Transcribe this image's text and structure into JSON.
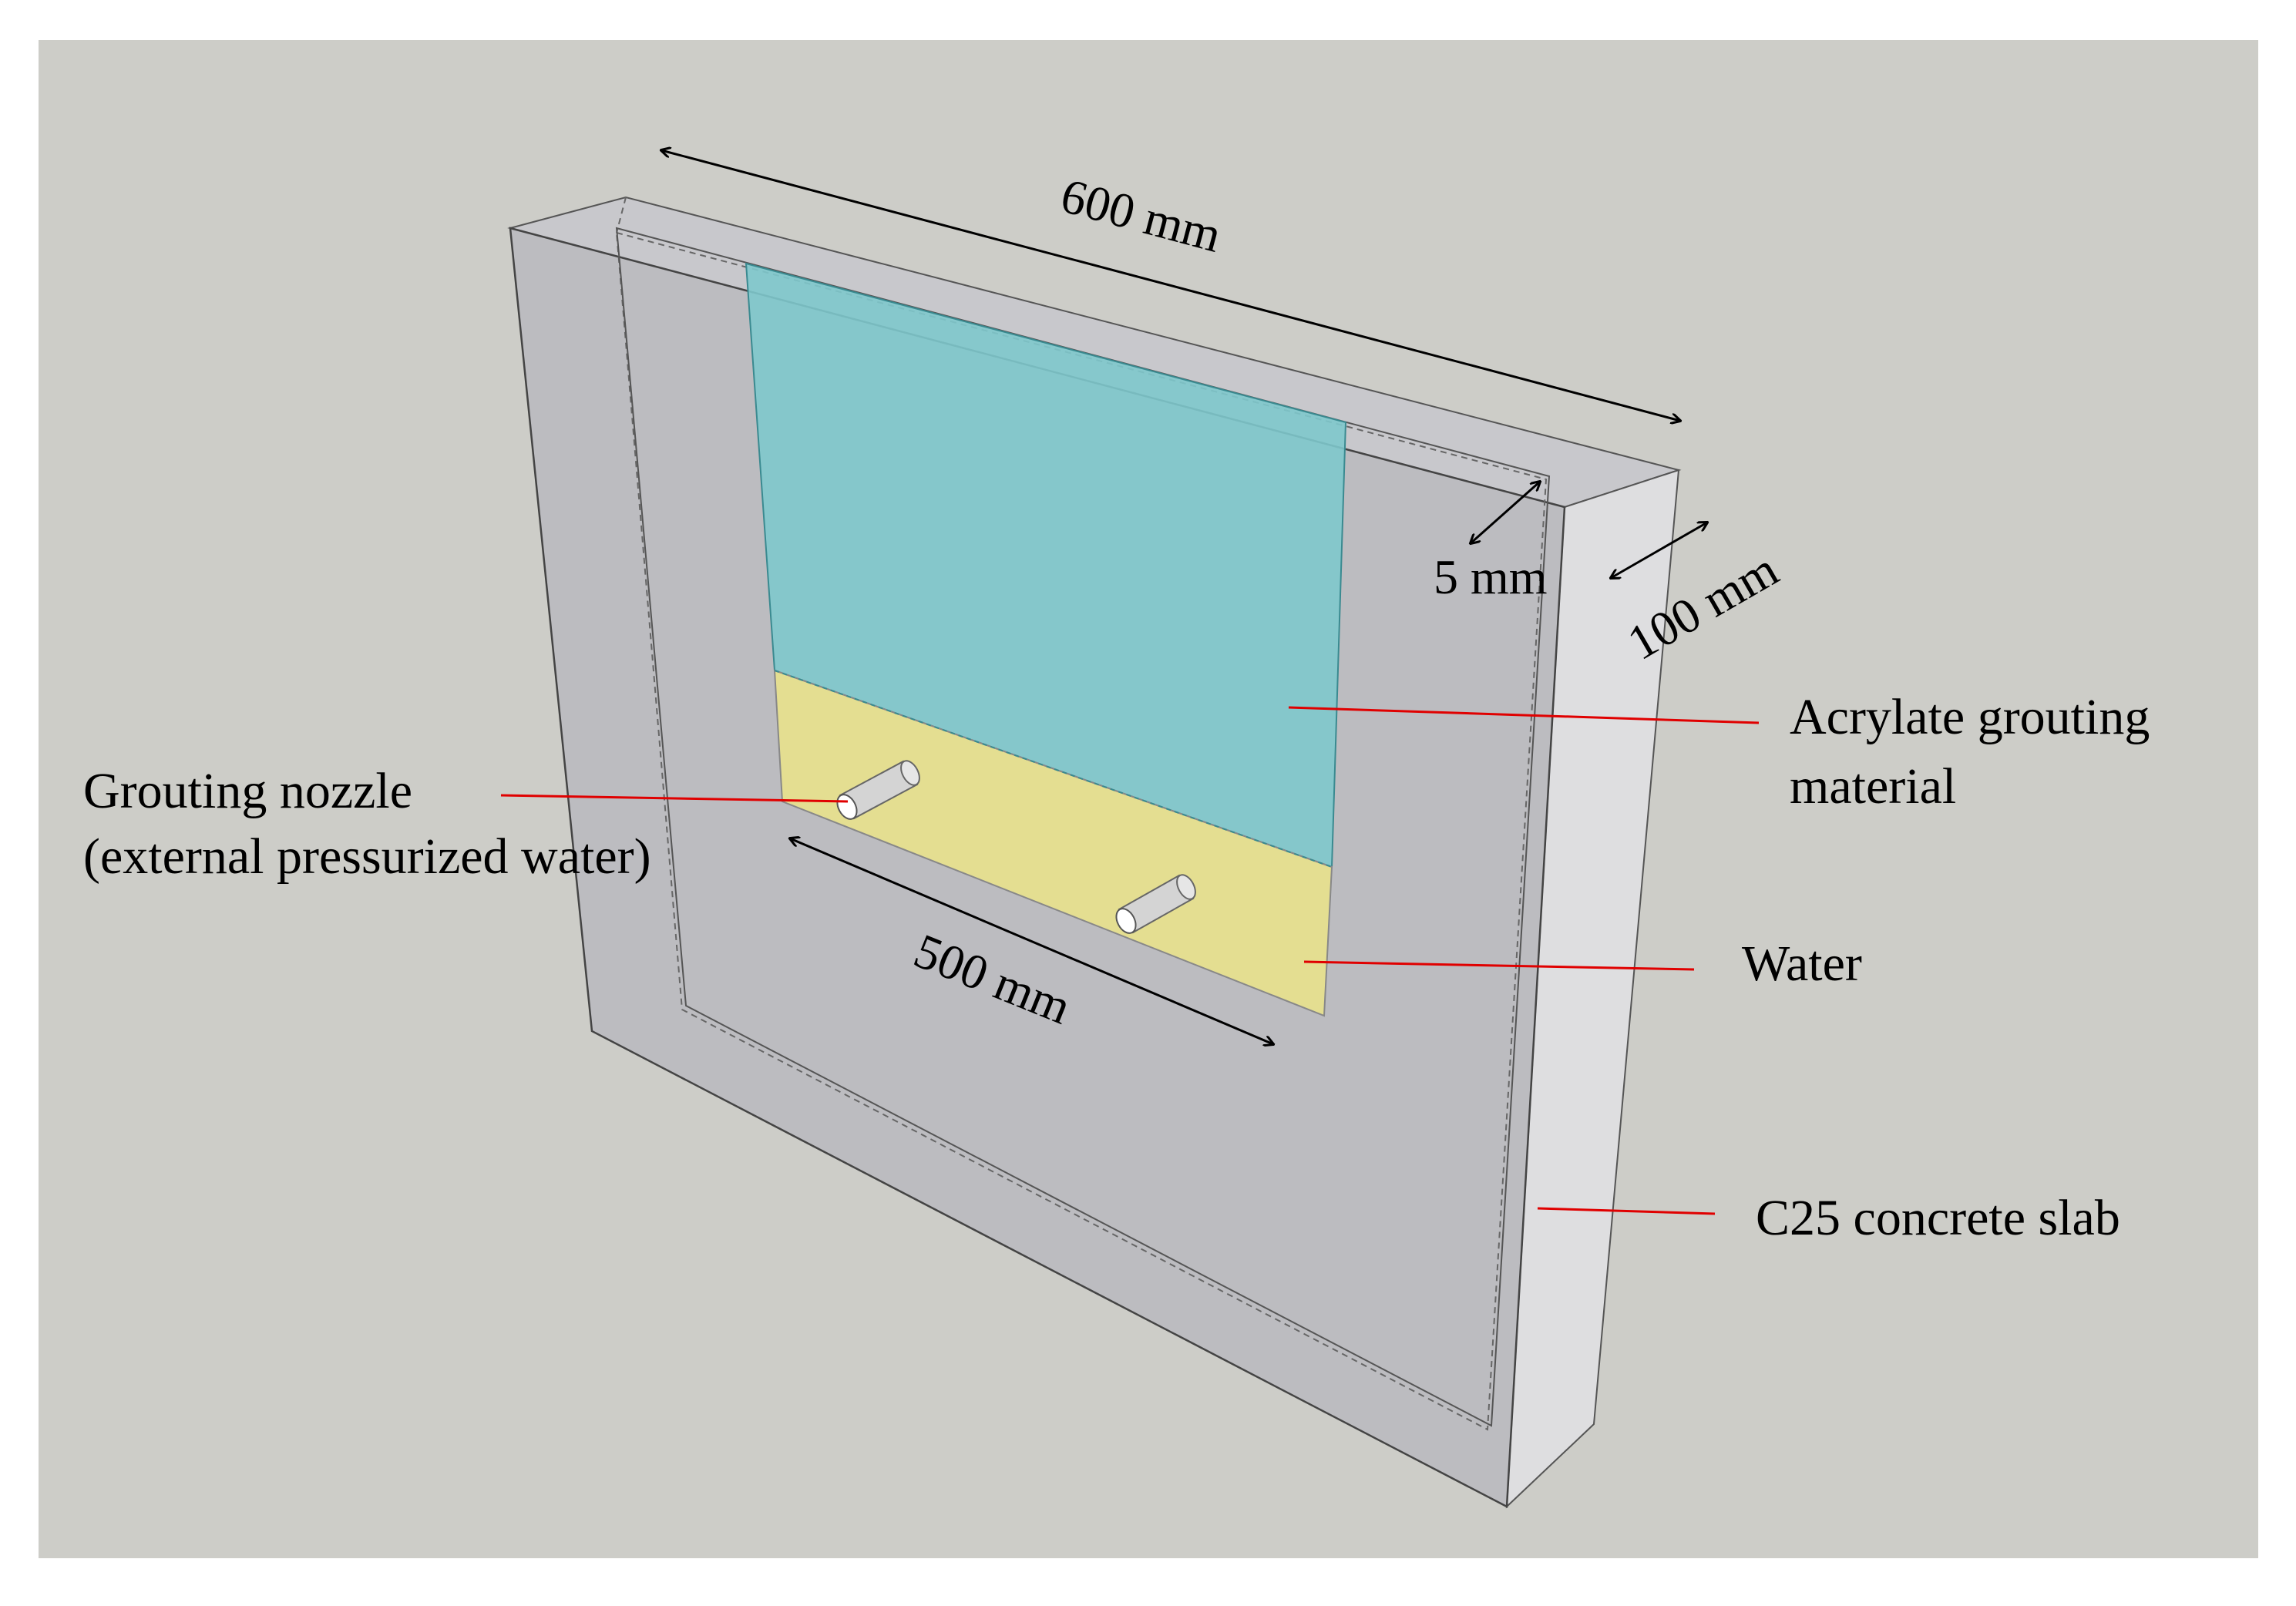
{
  "colors": {
    "background": "#ffffff",
    "scene": "#cdcdc8",
    "concrete_front": "#bcbcc0",
    "concrete_side": "#dedee0",
    "concrete_top": "#c8c8cc",
    "grout": "#7ec8cc",
    "water": "#e6df8e",
    "leader": "#e00000",
    "arrow": "#000000"
  },
  "labels": {
    "dim_length": "600 mm",
    "dim_gap": "5 mm",
    "dim_thickness": "100 mm",
    "dim_width": "500 mm",
    "grout_line1": "Acrylate grouting",
    "grout_line2": "material",
    "nozzle_line1": "Grouting nozzle",
    "nozzle_line2": "(external pressurized water)",
    "water": "Water",
    "slab": "C25 concrete slab"
  }
}
